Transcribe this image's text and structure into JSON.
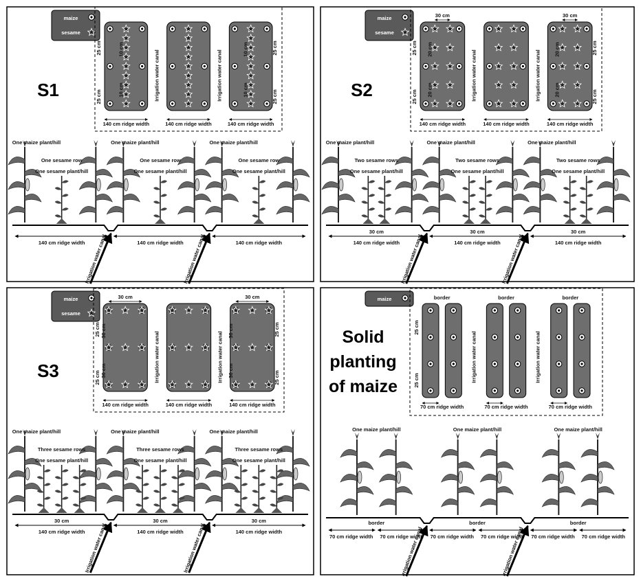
{
  "legend": {
    "maize": "maize",
    "sesame": "sesame"
  },
  "common": {
    "maize_hill": "One maize plant/hill",
    "sesame_hill": "One sesame plant/hill",
    "canal": "Irrigation water canal",
    "ridge140": "140 cm ridge width",
    "ridge70": "70 cm ridge width",
    "border": "border",
    "cm10": "10 cm",
    "cm20": "20 cm",
    "cm25": "25 cm",
    "cm30": "30 cm"
  },
  "panels": [
    {
      "id": "S1",
      "title_lines": [
        "S1"
      ],
      "sesame_text": "One sesame row"
    },
    {
      "id": "S2",
      "title_lines": [
        "S2"
      ],
      "sesame_text": "Two sesame rows"
    },
    {
      "id": "S3",
      "title_lines": [
        "S3"
      ],
      "sesame_text": "Three sesame rows"
    },
    {
      "id": "solid",
      "title_lines": [
        "Solid",
        "planting",
        "of maize"
      ],
      "sesame_text": ""
    }
  ]
}
